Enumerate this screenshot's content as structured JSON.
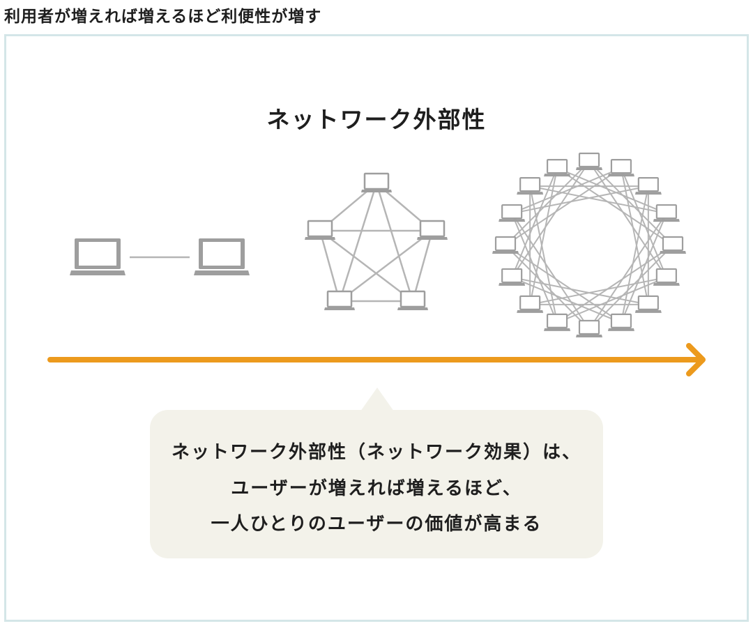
{
  "page_heading": "利用者が増えれば増えるほど利便性が増す",
  "diagram": {
    "title": "ネットワーク外部性",
    "stages": [
      {
        "name": "two-node-network",
        "nodes": 2
      },
      {
        "name": "five-node-network",
        "nodes": 5
      },
      {
        "name": "sixteen-node-network",
        "nodes": 16
      }
    ],
    "colors": {
      "node_gray": "#9e9e9e",
      "line_gray": "#b5b5b5",
      "arrow_orange": "#ec9a1d",
      "frame_border": "#d4e6e8",
      "callout_bg": "#f3f2ea"
    }
  },
  "callout": {
    "line1": "ネットワーク外部性（ネットワーク効果）は、",
    "line2": "ユーザーが増えれば増えるほど、",
    "line3": "一人ひとりのユーザーの価値が高まる"
  }
}
